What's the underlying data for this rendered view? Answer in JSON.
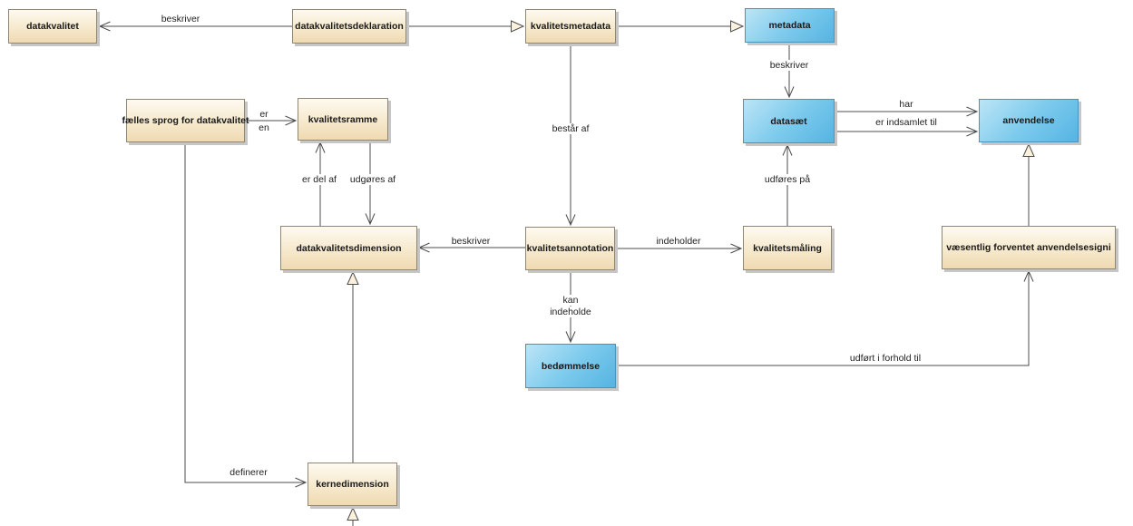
{
  "diagram": {
    "type": "concept-model",
    "language": "da",
    "colors": {
      "node_tan_top": "#fefaf0",
      "node_tan_bottom": "#efdab1",
      "node_tan_border": "#8f8673",
      "node_blue_top": "#bce5f6",
      "node_blue_bottom": "#54b4e2",
      "node_blue_border": "#4a93bd",
      "line": "#4d4d4d",
      "background": "#ffffff"
    },
    "nodes": {
      "datakvalitet": {
        "label": "datakvalitet",
        "fill": "tan"
      },
      "datakvalitetsdeklaration": {
        "label": "datakvalitetsdeklaration",
        "fill": "tan"
      },
      "kvalitetsmetadata": {
        "label": "kvalitetsmetadata",
        "fill": "tan"
      },
      "metadata": {
        "label": "metadata",
        "fill": "blue"
      },
      "faelles_sprog": {
        "label": "fælles sprog for datakvalitet",
        "fill": "tan"
      },
      "kvalitetsramme": {
        "label": "kvalitetsramme",
        "fill": "tan"
      },
      "datasaet": {
        "label": "datasæt",
        "fill": "blue"
      },
      "anvendelse": {
        "label": "anvendelse",
        "fill": "blue"
      },
      "datakvalitetsdimension": {
        "label": "datakvalitetsdimension",
        "fill": "tan"
      },
      "kvalitetsannotation": {
        "label": "kvalitetsannotation",
        "fill": "tan"
      },
      "kvalitetsmaaling": {
        "label": "kvalitetsmåling",
        "fill": "tan"
      },
      "vaesentlig_anvendelse": {
        "label": "væsentlig forventet anvendelsesigni",
        "fill": "tan"
      },
      "bedoemmelse": {
        "label": "bedømmelse",
        "fill": "blue"
      },
      "kernedimension": {
        "label": "kernedimension",
        "fill": "tan"
      }
    },
    "edge_labels": {
      "beskriver_deklaration": "beskriver",
      "beskriver_metadata": "beskriver",
      "har": "har",
      "er_indsamlet_til": "er indsamlet til",
      "er": "er",
      "en": "en",
      "er_del_af": "er del af",
      "udgoeres_af": "udgøres af",
      "bestaar_af": "består af",
      "beskriver_annotation": "beskriver",
      "indeholder": "indeholder",
      "udfoeres_paa": "udføres på",
      "kan": "kan",
      "indeholde": "indeholde",
      "udfoert_i_forhold_til": "udført i forhold til",
      "definerer": "definerer"
    },
    "edges": [
      {
        "from": "datakvalitetsdeklaration",
        "to": "datakvalitet",
        "label": "beskriver",
        "arrow": "open"
      },
      {
        "from": "datakvalitetsdeklaration",
        "to": "kvalitetsmetadata",
        "label": "",
        "arrow": "triangle"
      },
      {
        "from": "kvalitetsmetadata",
        "to": "metadata",
        "label": "",
        "arrow": "triangle"
      },
      {
        "from": "metadata",
        "to": "datasaet",
        "label": "beskriver",
        "arrow": "open"
      },
      {
        "from": "datasaet",
        "to": "anvendelse",
        "label": "har",
        "arrow": "open"
      },
      {
        "from": "datasaet",
        "to": "anvendelse",
        "label": "er indsamlet til",
        "arrow": "open"
      },
      {
        "from": "faelles_sprog",
        "to": "kvalitetsramme",
        "label": "er en",
        "arrow": "open"
      },
      {
        "from": "datakvalitetsdimension",
        "to": "kvalitetsramme",
        "label": "er del af",
        "arrow": "open"
      },
      {
        "from": "kvalitetsramme",
        "to": "datakvalitetsdimension",
        "label": "udgøres af",
        "arrow": "open"
      },
      {
        "from": "kvalitetsmetadata",
        "to": "kvalitetsannotation",
        "label": "består af",
        "arrow": "open"
      },
      {
        "from": "kvalitetsannotation",
        "to": "datakvalitetsdimension",
        "label": "beskriver",
        "arrow": "open"
      },
      {
        "from": "kvalitetsannotation",
        "to": "kvalitetsmaaling",
        "label": "indeholder",
        "arrow": "open"
      },
      {
        "from": "kvalitetsmaaling",
        "to": "datasaet",
        "label": "udføres på",
        "arrow": "open"
      },
      {
        "from": "vaesentlig_anvendelse",
        "to": "anvendelse",
        "label": "",
        "arrow": "triangle"
      },
      {
        "from": "kvalitetsannotation",
        "to": "bedoemmelse",
        "label": "kan indeholde",
        "arrow": "open"
      },
      {
        "from": "bedoemmelse",
        "to": "vaesentlig_anvendelse",
        "label": "udført i forhold til",
        "arrow": "open"
      },
      {
        "from": "faelles_sprog",
        "to": "kernedimension",
        "label": "definerer",
        "arrow": "open"
      },
      {
        "from": "kernedimension",
        "to": "datakvalitetsdimension",
        "label": "",
        "arrow": "triangle"
      },
      {
        "from": "offscreen_bottom",
        "to": "kernedimension",
        "label": "",
        "arrow": "triangle"
      }
    ]
  }
}
